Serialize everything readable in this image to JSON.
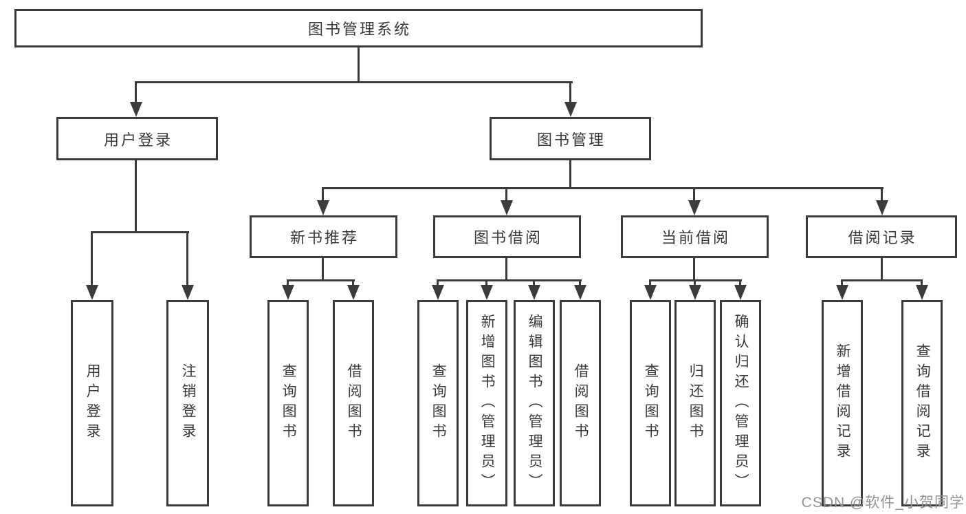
{
  "diagram": {
    "type": "hierarchy-tree",
    "colors": {
      "line": "#3b3b3b",
      "text": "#3a3a3a",
      "background": "#ffffff",
      "watermark": "#929292"
    },
    "tree": {
      "label": "图书管理系统",
      "children": [
        {
          "label": "用户登录",
          "children": [
            {
              "label": "用户登录"
            },
            {
              "label": "注销登录"
            }
          ]
        },
        {
          "label": "图书管理",
          "children": [
            {
              "label": "新书推荐",
              "children": [
                {
                  "label": "查询图书"
                },
                {
                  "label": "借阅图书"
                }
              ]
            },
            {
              "label": "图书借阅",
              "children": [
                {
                  "label": "查询图书"
                },
                {
                  "label": "新增图书（管理员）"
                },
                {
                  "label": "编辑图书（管理员）"
                },
                {
                  "label": "借阅图书"
                }
              ]
            },
            {
              "label": "当前借阅",
              "children": [
                {
                  "label": "查询图书"
                },
                {
                  "label": "归还图书"
                },
                {
                  "label": "确认归还（管理员）"
                }
              ]
            },
            {
              "label": "借阅记录",
              "children": [
                {
                  "label": "新增借阅记录"
                },
                {
                  "label": "查询借阅记录"
                }
              ]
            }
          ]
        }
      ]
    },
    "watermark": {
      "text": "CSDN @软件_小贺同学"
    }
  }
}
